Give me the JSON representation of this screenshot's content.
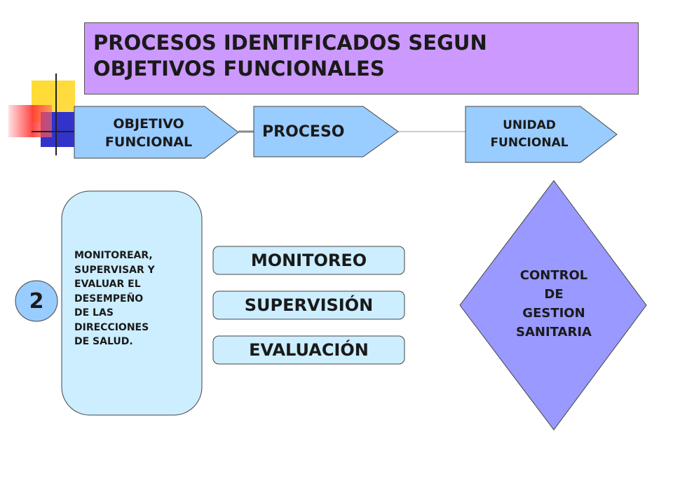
{
  "title": {
    "line1": "PROCESOS IDENTIFICADOS SEGUN",
    "line2": "OBJETIVOS FUNCIONALES"
  },
  "header_shapes": {
    "objective": {
      "line1": "OBJETIVO",
      "line2": "FUNCIONAL"
    },
    "process": {
      "label": "PROCESO"
    },
    "unit": {
      "line1": "UNIDAD",
      "line2": "FUNCIONAL"
    }
  },
  "objective_number": "2",
  "objective_description": [
    "MONITOREAR,",
    "SUPERVISAR Y",
    "EVALUAR EL",
    "DESEMPEÑO",
    "DE LAS",
    "DIRECCIONES",
    "DE SALUD."
  ],
  "processes": [
    "MONITOREO",
    "SUPERVISIÓN",
    "EVALUACIÓN"
  ],
  "unit_name": [
    "CONTROL",
    "DE",
    "GESTION",
    "SANITARIA"
  ],
  "colors": {
    "title_bg": "#cc99ff",
    "arrow_fill": "#99ccff",
    "box_fill": "#cceeff",
    "pill_fill": "#cceeff",
    "diamond_fill": "#9999ff",
    "deco_yellow": "#ffcc00",
    "deco_blue": "#3333cc",
    "deco_red": "#ff3333"
  }
}
